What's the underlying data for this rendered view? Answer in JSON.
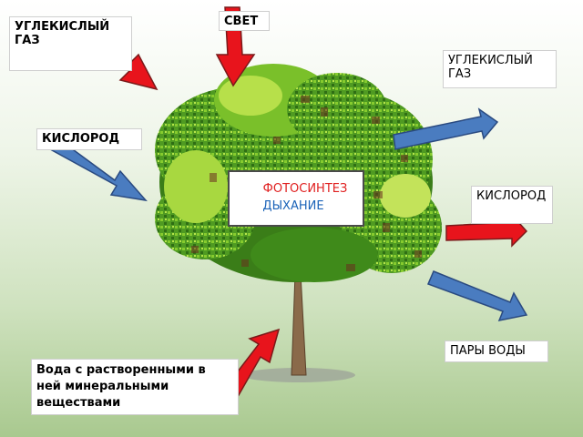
{
  "labels": {
    "co2_left": "УГЛЕКИСЛЫЙ ГАЗ",
    "light": "СВЕТ",
    "co2_right": "УГЛЕКИСЛЫЙ ГАЗ",
    "oxygen_left": "КИСЛОРОД",
    "oxygen_right": "КИСЛОРОД",
    "water_vapor": "ПАРЫ ВОДЫ",
    "water_minerals": "Вода с растворенными в ней минеральными веществами"
  },
  "center": {
    "photosynthesis": "ФОТОСИНТЕЗ",
    "respiration": "ДЫХАНИЕ"
  },
  "colors": {
    "arrow_red": "#e8141c",
    "arrow_blue": "#4a7cc0",
    "photosynthesis_text": "#e02020",
    "respiration_text": "#1b63b8"
  }
}
